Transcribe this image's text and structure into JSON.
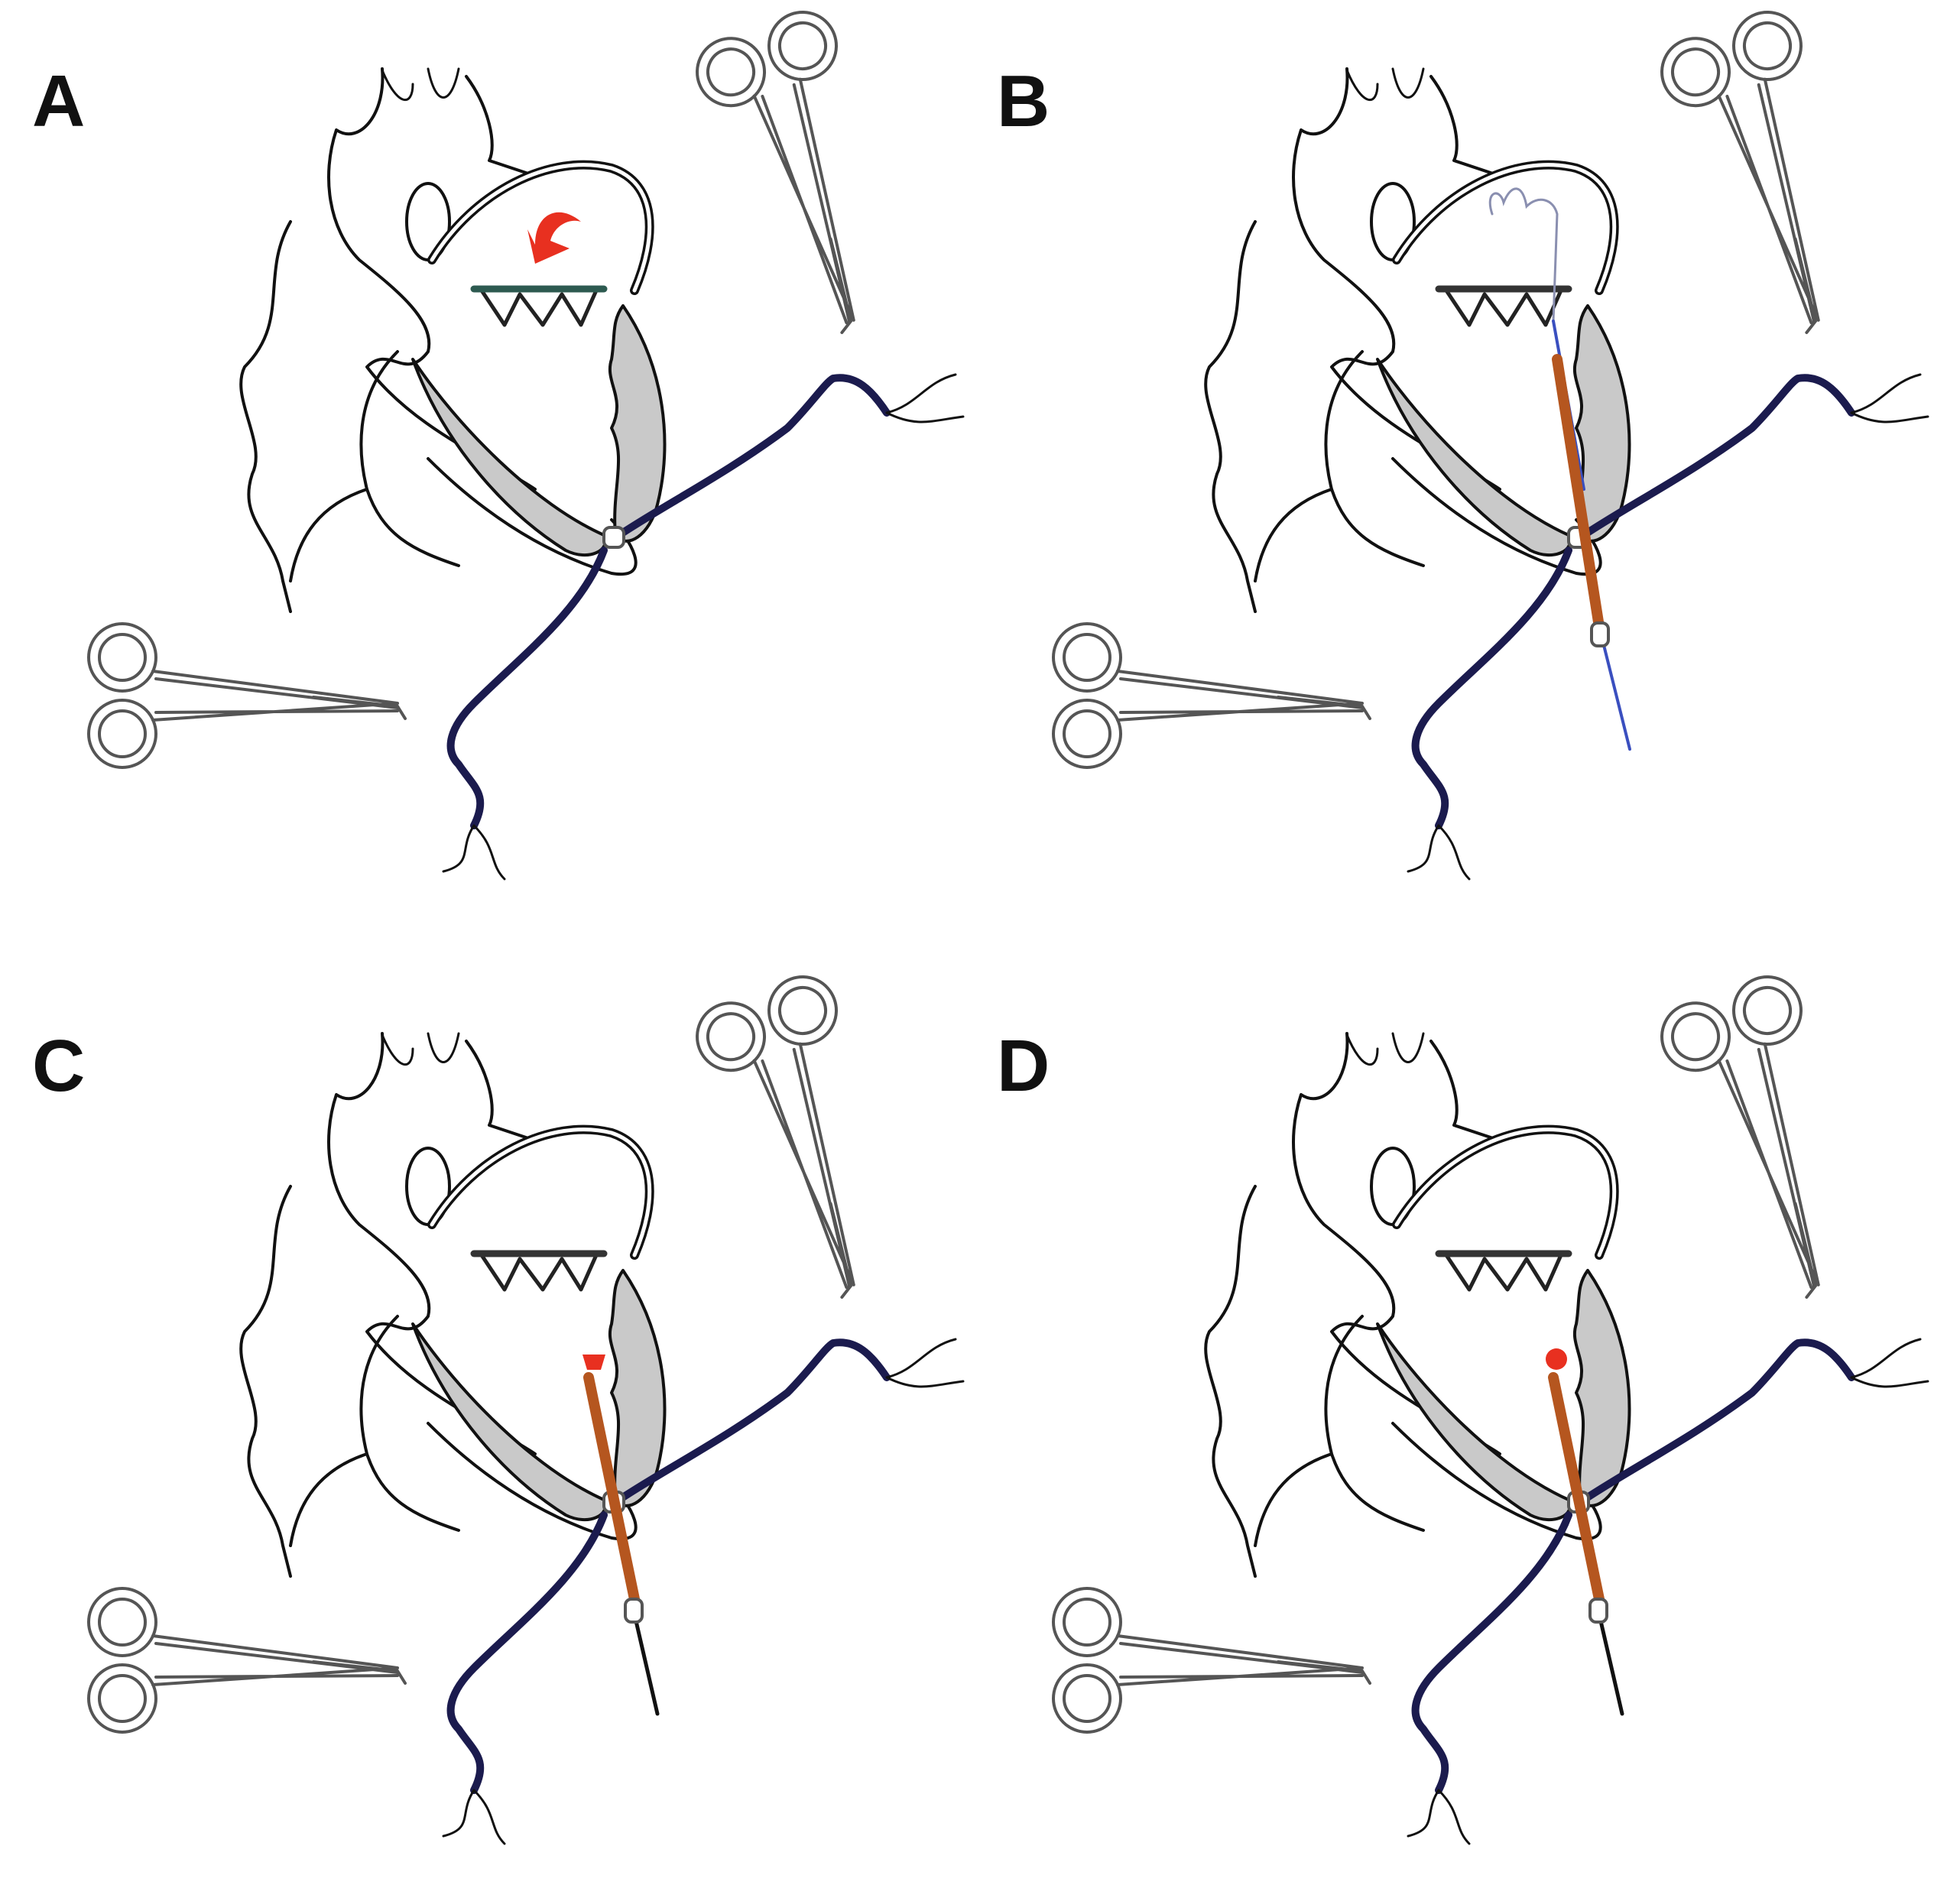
{
  "panels": [
    {
      "id": "A",
      "label": "A",
      "stage": "arrow"
    },
    {
      "id": "B",
      "label": "B",
      "stage": "wire"
    },
    {
      "id": "C",
      "label": "C",
      "stage": "device"
    },
    {
      "id": "D",
      "label": "D",
      "stage": "closed"
    }
  ],
  "colors": {
    "septum_fill": "#c9c9c9",
    "suture": "#1b1b4e",
    "sheath": "#b5561f",
    "guidewire": "#3a4fbf",
    "arrow_and_occluder": "#e83020",
    "clamp": "#555555"
  },
  "icons": {
    "clamp": "hemostat-clamp-icon",
    "arrow": "curved-red-arrow-icon"
  }
}
